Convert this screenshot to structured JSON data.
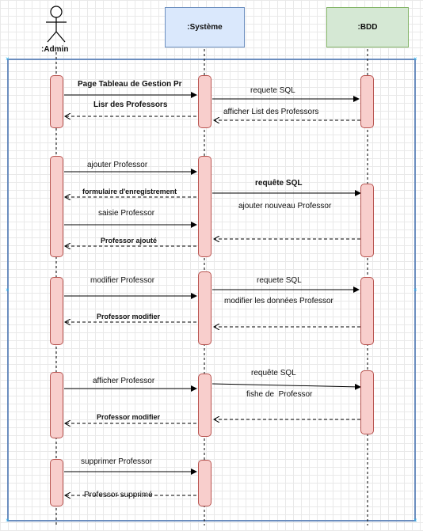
{
  "participants": {
    "admin": ":Admin",
    "systeme": ":Système",
    "bdd": ":BDD"
  },
  "colors": {
    "systeme_fill": "#dae8fc",
    "systeme_stroke": "#6c8ebf",
    "bdd_fill": "#d5e8d4",
    "bdd_stroke": "#82b366",
    "activation_fill": "#f8cecc",
    "activation_stroke": "#b85450",
    "frame_stroke": "#6c8ebf"
  },
  "messages": {
    "m1": "Page Tableau de Gestion Pr",
    "m2": "requete SQL",
    "m3": "Lisr des Professors",
    "m4": "afficher List des Professors",
    "m5": "ajouter Professor",
    "m6": "requête SQL",
    "m7": "formulaire d'enregistrement",
    "m8": "ajouter nouveau Professor",
    "m9": "saisie Professor",
    "m10": "Professor ajouté",
    "m11": "modifier Professor",
    "m12": "requete SQL",
    "m13": "modifier les données Professor",
    "m14": "Professor modifier",
    "m15": "afficher Professor",
    "m16": "requête SQL",
    "m17": "fishe de  Professor",
    "m18": "Professor modifier",
    "m19": "supprimer Professor",
    "m20": "Professor supprimé"
  }
}
